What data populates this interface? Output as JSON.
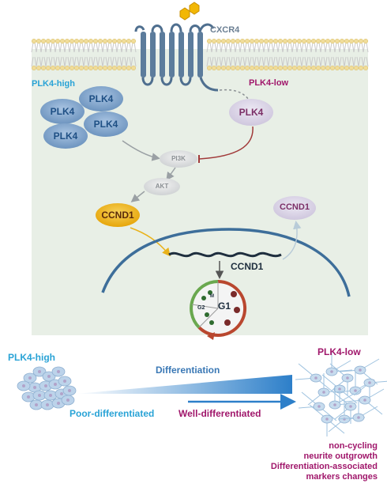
{
  "receptor": {
    "label": "CXCR4"
  },
  "plk4_high": {
    "label": "PLK4-high",
    "ovals": [
      "PLK4",
      "PLK4",
      "PLK4",
      "PLK4"
    ]
  },
  "plk4_low": {
    "label": "PLK4-low",
    "oval": "PLK4"
  },
  "pathway": {
    "pi3k": "PI3K",
    "akt": "AKT",
    "ccnd1_cytoplasm": "CCND1",
    "ccnd1_exported": "CCND1",
    "ccnd1_dna": "CCND1"
  },
  "cell_cycle": {
    "g1": "G1",
    "g2": "G2",
    "m": "M"
  },
  "bottom": {
    "left_label": "PLK4-high",
    "right_label": "PLK4-low",
    "differentiation": "Differentiation",
    "poor": "Poor-differentiated",
    "well": "Well-differentiated",
    "outcomes": [
      "non-cycling",
      "neurite outgrowth",
      "Differentiation-associated",
      "markers changes"
    ]
  },
  "colors": {
    "panel_bg": "#e8efe6",
    "membrane_head": "#f0dc9a",
    "receptor": "#4f6f8f",
    "plk4_high_oval": "#7aa0c8",
    "plk4_high_text": "#1e4f84",
    "plk4_low_oval": "#ddd7e8",
    "plk4_low_text": "#7b2e66",
    "title_blue": "#29a3d6",
    "title_magenta": "#a0176b",
    "ligand": "#f2b705",
    "ccnd1_yellow": "#f0b81c",
    "nucleus_line": "#3d6e9a",
    "g1_arc": "#b9472f",
    "g2_arc": "#6aa84f",
    "differentiation_blue": "#2d7fc9"
  }
}
